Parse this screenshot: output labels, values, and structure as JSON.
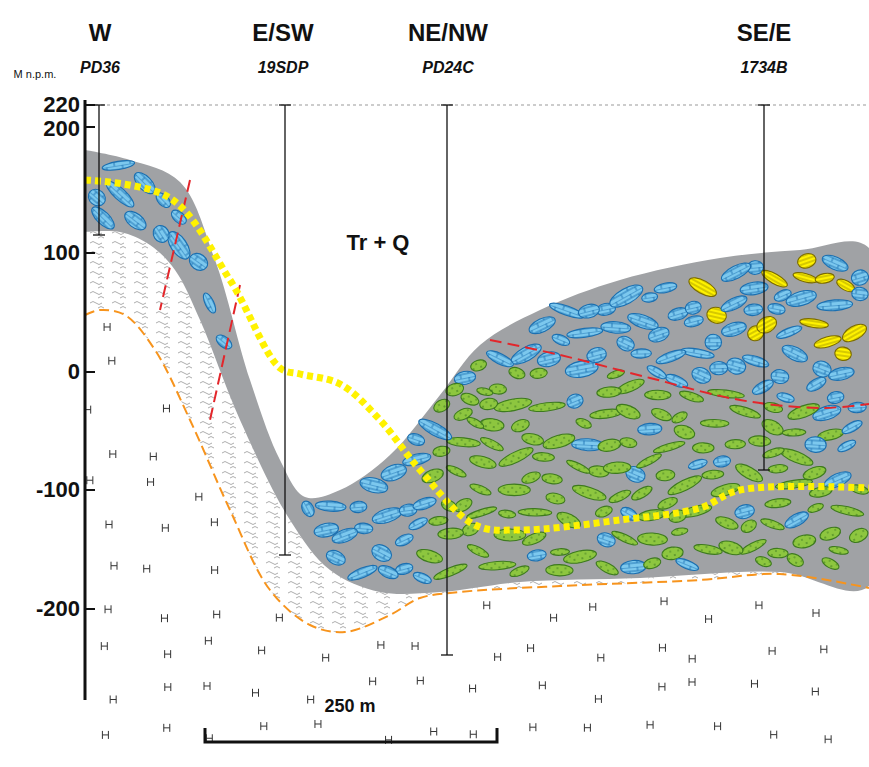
{
  "diagram": {
    "labels": [
      "M n.p.m.",
      "220",
      "200",
      "100",
      "0",
      "-100",
      "-200",
      "W",
      "PD36",
      "E/SW",
      "19SDP",
      "NE/NW",
      "PD24C",
      "SE/E",
      "1734B",
      "Tr + Q",
      "250 m"
    ]
  }
}
